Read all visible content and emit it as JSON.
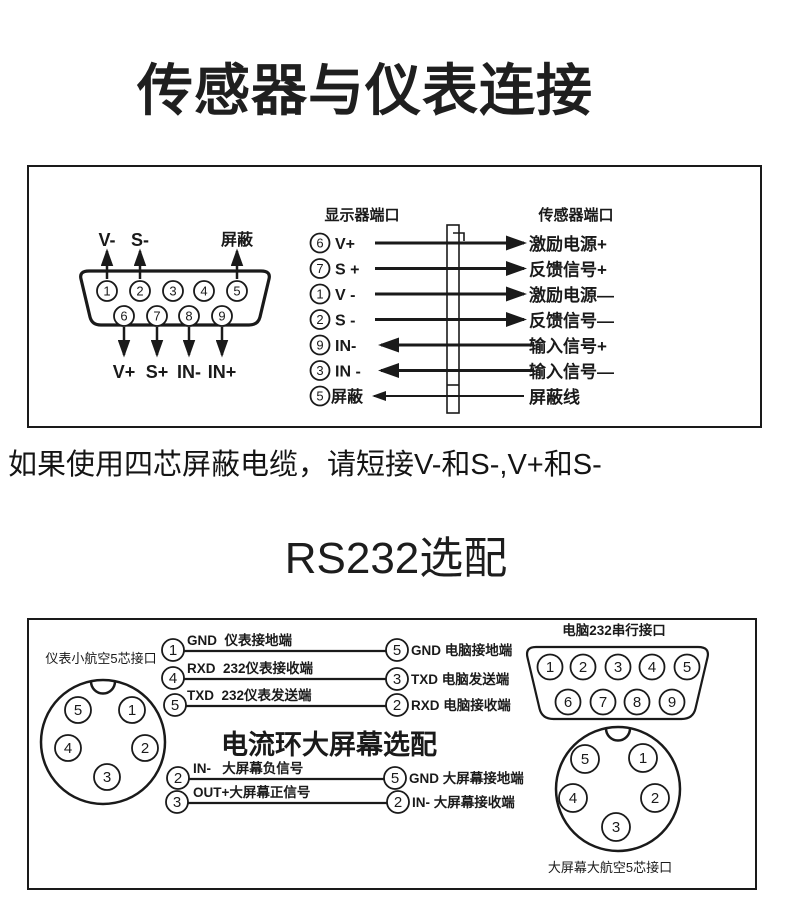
{
  "title": "传感器与仪表连接",
  "note": "如果使用四芯屏蔽电缆，请短接V-和S-,V+和S-",
  "rs232_heading": "RS232选配",
  "sensor_panel": {
    "db9": {
      "top_pins": [
        "1",
        "2",
        "3",
        "4",
        "5"
      ],
      "bottom_pins": [
        "6",
        "7",
        "8",
        "9"
      ],
      "label_pin1": "V-",
      "label_pin2": "S-",
      "label_pin5": "屏蔽",
      "label_pin6": "V+",
      "label_pin7": "S+",
      "label_pin8": "IN-",
      "label_pin9": "IN+"
    },
    "left_header": "显示器端口",
    "right_header": "传感器端口",
    "rows": [
      {
        "pin": "6",
        "signal": "V+",
        "target": "激励电源+"
      },
      {
        "pin": "7",
        "signal": "S +",
        "target": "反馈信号+"
      },
      {
        "pin": "1",
        "signal": "V -",
        "target": "激励电源—"
      },
      {
        "pin": "2",
        "signal": "S -",
        "target": "反馈信号—"
      },
      {
        "pin": "9",
        "signal": "IN-",
        "target": "输入信号+"
      },
      {
        "pin": "3",
        "signal": "IN -",
        "target": "输入信号—"
      },
      {
        "pin": "5",
        "signal": "屏蔽",
        "target": "屏蔽线"
      }
    ]
  },
  "rs232_panel": {
    "instrument_label": "仪表小航空5芯接口",
    "computer_label": "电脑232串行接口",
    "bigscreen_label": "大屏幕大航空5芯接口",
    "current_loop_heading": "电流环大屏幕选配",
    "aviation_pins": [
      "5",
      "1",
      "4",
      "2",
      "3"
    ],
    "db9_top_pins": [
      "1",
      "2",
      "3",
      "4",
      "5"
    ],
    "db9_bottom_pins": [
      "6",
      "7",
      "8",
      "9"
    ],
    "serial_rows": [
      {
        "left_pin": "1",
        "left_label": "GND  仪表接地端",
        "right_pin": "5",
        "right_label": "GND 电脑接地端"
      },
      {
        "left_pin": "4",
        "left_label": "RXD  232仪表接收端",
        "right_pin": "3",
        "right_label": "TXD 电脑发送端"
      },
      {
        "left_pin": "5",
        "left_label": "TXD  232仪表发送端",
        "right_pin": "2",
        "right_label": "RXD 电脑接收端"
      }
    ],
    "loop_rows": [
      {
        "left_pin": "2",
        "left_label": "IN-   大屏幕负信号",
        "right_pin": "5",
        "right_label": "GND 大屏幕接地端"
      },
      {
        "left_pin": "3",
        "left_label": "OUT+大屏幕正信号",
        "right_pin": "2",
        "right_label": "IN- 大屏幕接收端"
      }
    ]
  }
}
